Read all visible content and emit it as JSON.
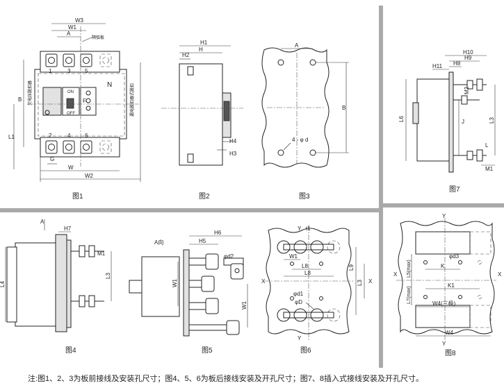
{
  "colors": {
    "divider": "#a9a9a9",
    "ink": "#222222",
    "paper": "#ffffff"
  },
  "figures": {
    "fig1": {
      "caption": "图1",
      "labels": {
        "W3": "W3",
        "W1": "W1",
        "A": "A",
        "partition": "隔弧板",
        "N": "N",
        "B": "B",
        "L1": "L1",
        "G": "G",
        "W": "W",
        "W2": "W2",
        "on": "ON",
        "off": "OFF",
        "F": "F",
        "t1": "1",
        "t3": "3",
        "t5": "5",
        "t2": "2",
        "t4": "4",
        "t6": "6",
        "left_side": "欠电压脱扣器",
        "right_side": "漏电脱扣器式脱扣"
      }
    },
    "fig2": {
      "caption": "图2",
      "labels": {
        "H1": "H1",
        "H2": "H2",
        "H": "H",
        "H4": "H4",
        "H3": "H3"
      }
    },
    "fig3": {
      "caption": "图3",
      "labels": {
        "A": "A",
        "B": "B",
        "hole": "4 - φ d"
      }
    },
    "fig4": {
      "caption": "图4",
      "labels": {
        "A": "A",
        "H7": "H7",
        "M1": "M1",
        "L4": "L4",
        "L3": "L3"
      }
    },
    "fig5": {
      "caption": "图5",
      "labels": {
        "A_dir": "A向",
        "H5": "H5",
        "H6": "H6",
        "d2": "φd2",
        "W1a": "W1",
        "W1b": "W1"
      }
    },
    "fig6": {
      "caption": "图6",
      "labels": {
        "Y_top": "Y",
        "t1": "t1",
        "W1": "W1",
        "L8a": "L8",
        "L8b": "L8",
        "L9": "L9",
        "L3": "L3",
        "X_left": "X",
        "X_right": "X",
        "d1": "φd1",
        "D": "φD",
        "Y_bottom": "Y"
      }
    },
    "fig7": {
      "caption": "图7",
      "labels": {
        "H10": "H10",
        "H8": "H8",
        "H9": "H9",
        "H11": "H11",
        "M2": "M2",
        "J": "J",
        "L6": "L6",
        "L3": "L3",
        "L": "L",
        "M1": "M1"
      }
    },
    "fig8": {
      "caption": "图8",
      "labels": {
        "Y_top": "Y",
        "X_left": "X",
        "X_right": "X",
        "K": "K",
        "d3": "φd3",
        "K1": "K1",
        "W4_three": "W4(三极)",
        "W4": "W4",
        "L5": "L5(max)",
        "L7": "L7(max)",
        "Y_bottom": "Y"
      }
    }
  },
  "footnote": "注:图1、2、3为板前接线及安装孔尺寸；图4、5、6为板后接线安装及开孔尺寸；图7、8插入式接线安装及开孔尺寸。"
}
